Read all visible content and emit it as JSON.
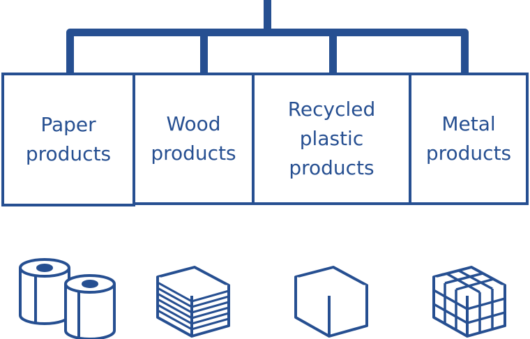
{
  "colors": {
    "stroke": "#264f91",
    "text": "#264f91",
    "background": "#ffffff"
  },
  "diagram": {
    "type": "hierarchy",
    "categories": [
      {
        "id": "paper",
        "label_lines": [
          "Paper",
          "products"
        ],
        "icon": "toilet-paper-rolls-icon"
      },
      {
        "id": "wood",
        "label_lines": [
          "Wood",
          "products"
        ],
        "icon": "stacked-sheets-icon"
      },
      {
        "id": "plastic",
        "label_lines": [
          "Recycled",
          "plastic",
          "products"
        ],
        "icon": "cube-icon"
      },
      {
        "id": "metal",
        "label_lines": [
          "Metal",
          "products"
        ],
        "icon": "grid-cube-icon"
      }
    ]
  }
}
